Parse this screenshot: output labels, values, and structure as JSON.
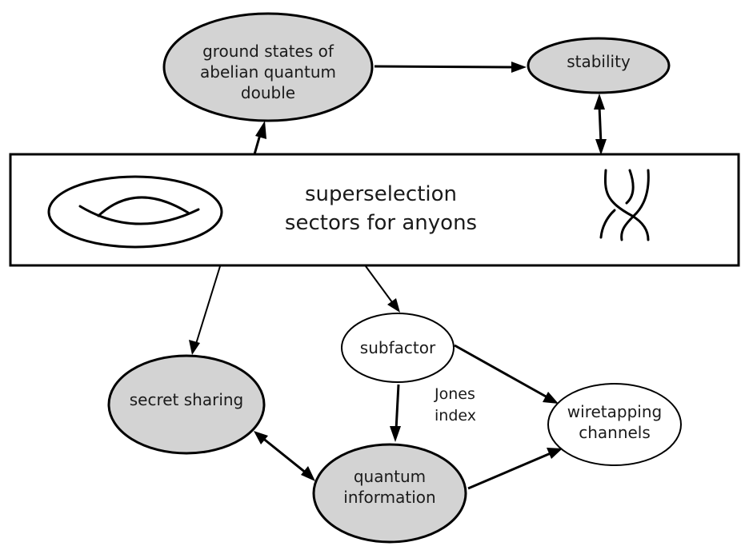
{
  "colors": {
    "filled_node": "#d3d3d3",
    "plain_node": "#ffffff",
    "stroke": "#000000",
    "text": "#1a1a1a"
  },
  "nodes": {
    "ground_states": {
      "lines": [
        "ground states of",
        "abelian quantum",
        "double"
      ],
      "filled": true
    },
    "stability": {
      "lines": [
        "stability"
      ],
      "filled": true
    },
    "superselection": {
      "lines": [
        "superselection",
        "sectors for anyons"
      ],
      "filled": false
    },
    "subfactor": {
      "lines": [
        "subfactor"
      ],
      "filled": false
    },
    "secret_sharing": {
      "lines": [
        "secret sharing"
      ],
      "filled": true
    },
    "quantum_information": {
      "lines": [
        "quantum",
        "information"
      ],
      "filled": true
    },
    "wiretapping": {
      "lines": [
        "wiretapping",
        "channels"
      ],
      "filled": false
    }
  },
  "edge_labels": {
    "jones_index": [
      "Jones",
      "index"
    ]
  },
  "edges": [
    {
      "from": "superselection",
      "to": "ground_states",
      "direction": "forward"
    },
    {
      "from": "ground_states",
      "to": "stability",
      "direction": "forward"
    },
    {
      "from": "stability",
      "to": "superselection",
      "direction": "both"
    },
    {
      "from": "superselection",
      "to": "secret_sharing",
      "direction": "forward"
    },
    {
      "from": "superselection",
      "to": "subfactor",
      "direction": "forward"
    },
    {
      "from": "subfactor",
      "to": "quantum_information",
      "direction": "forward",
      "label": "Jones index"
    },
    {
      "from": "subfactor",
      "to": "wiretapping",
      "direction": "forward"
    },
    {
      "from": "secret_sharing",
      "to": "quantum_information",
      "direction": "both"
    },
    {
      "from": "quantum_information",
      "to": "wiretapping",
      "direction": "forward"
    }
  ],
  "icons": {
    "torus": "torus-icon",
    "braid": "braid-icon"
  }
}
